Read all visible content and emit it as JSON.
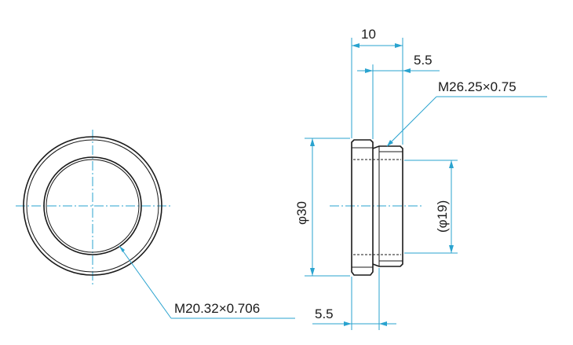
{
  "dimensions": {
    "overall_length": "10",
    "thread_length": "5.5",
    "male_thread": "M26.25×0.75",
    "outer_diameter": "φ30",
    "thread_diameter": "(φ19)",
    "female_thread": "M20.32×0.706",
    "flange_length": "5.5"
  },
  "colors": {
    "dimension_line": "#2aa3cf",
    "outline": "#1a1a1a"
  }
}
